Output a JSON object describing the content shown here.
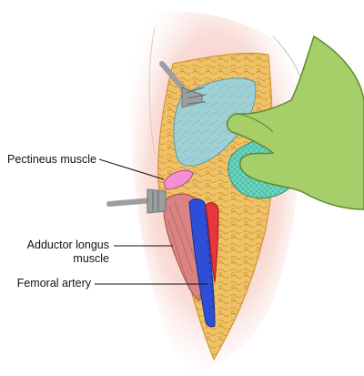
{
  "labels": {
    "pectineus": "Pectineus muscle",
    "adductor_line1": "Adductor longus",
    "adductor_line2": "muscle",
    "femoral_artery": "Femoral artery"
  },
  "colors": {
    "skin_glow": "#f2b3a8",
    "fat": "#f0c267",
    "fat_outline": "#c98f2a",
    "fascia": "#9fd0d4",
    "muscle": "#d98383",
    "artery": "#e8363f",
    "vein": "#2d4fd8",
    "glove": "#a6cf6a",
    "gauze": "#6fd7c1",
    "retractor": "#9aa0a2",
    "pink_tissue": "#f490d0"
  }
}
